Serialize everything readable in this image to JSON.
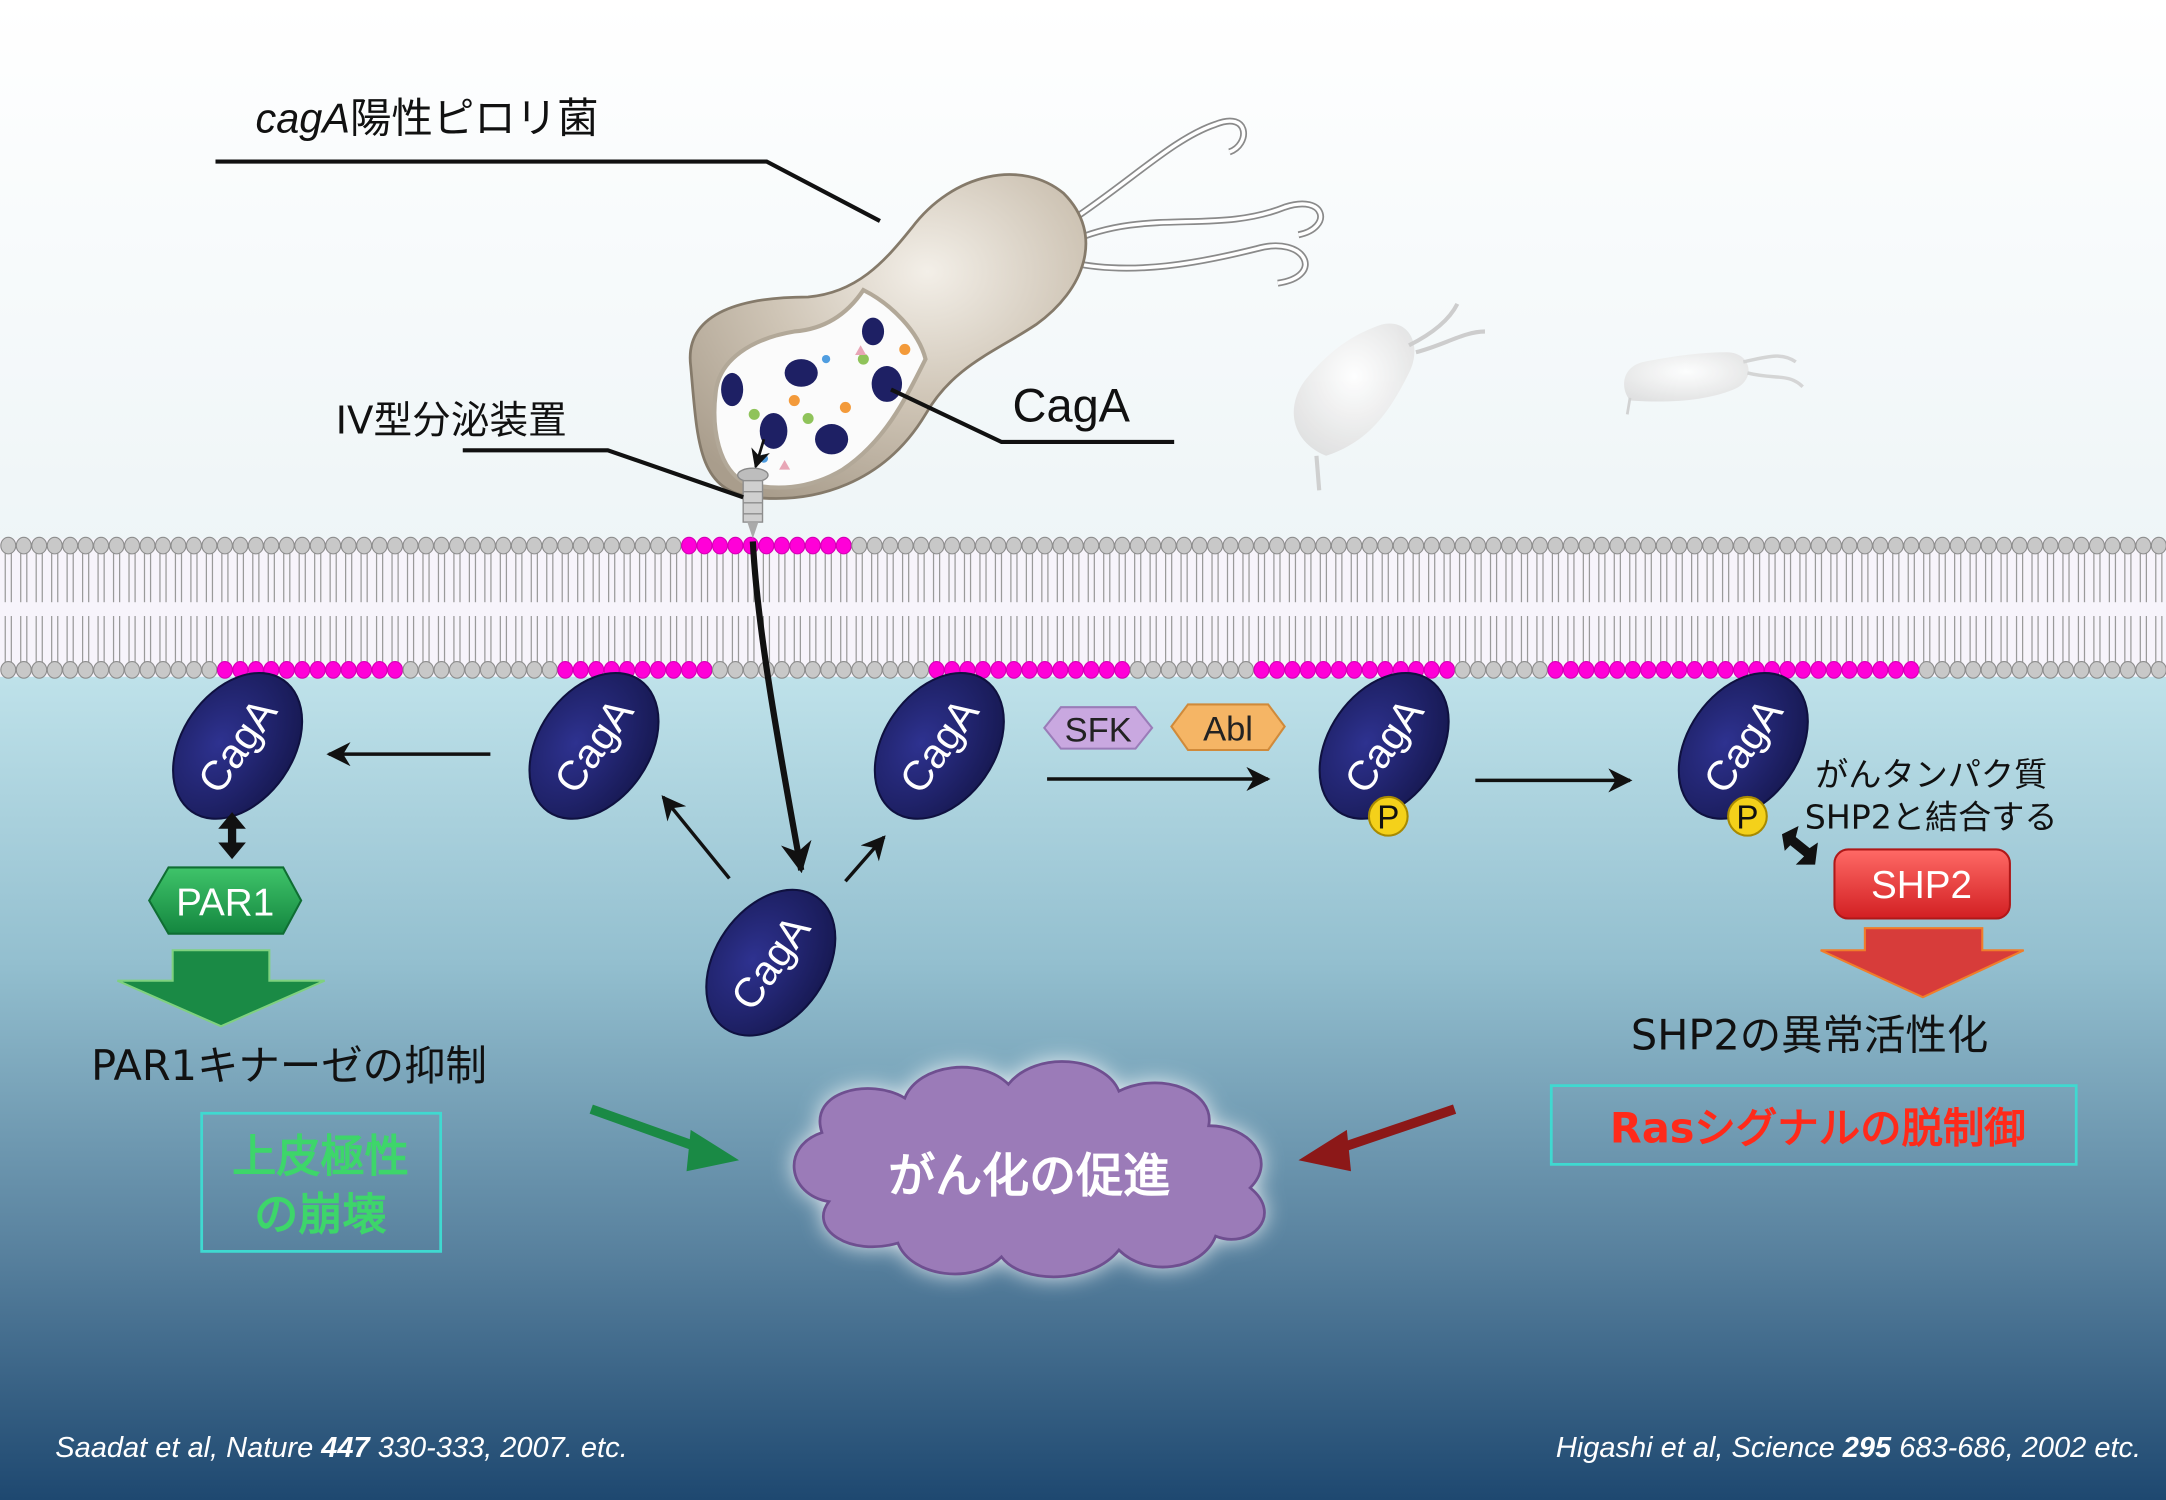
{
  "diagram": {
    "title_label": {
      "italic": "cagA",
      "rest": "陽性ピロリ菌"
    },
    "secretion_label": "IV型分泌装置",
    "bacterium_cagA_label": "CagA",
    "protein_label": "CagA",
    "phospho_label": "P",
    "kinases": [
      {
        "label": "SFK",
        "color": "#c9a8e0"
      },
      {
        "label": "Abl",
        "color": "#f5b565"
      }
    ],
    "par1": {
      "label": "PAR1",
      "color": "#1f9a4d"
    },
    "par1_result": "PAR1キナーゼの抑制",
    "polarity_box": {
      "line1": "上皮極性",
      "line2": "の崩壊",
      "color": "#3dd66a"
    },
    "shp2": {
      "label": "SHP2",
      "color": "#e8383a"
    },
    "shp2_binding_note": {
      "line1": "がんタンパク質",
      "line2": "SHP2と結合する"
    },
    "shp2_result": "SHP2の異常活性化",
    "ras_box": {
      "text": "Rasシグナルの脱制御",
      "color": "#ff2a1a"
    },
    "cloud": {
      "text": "がん化の促進",
      "color": "#9b7bb8"
    },
    "membrane_colors": {
      "lipid": "#c8c8c8",
      "raft": "#ff00d8"
    }
  },
  "citations": {
    "left": {
      "pre": "Saadat et al, Nature ",
      "bold": "447",
      "post": " 330-333, 2007. etc."
    },
    "right": {
      "pre": "Higashi et al, Science ",
      "bold": "295",
      "post": " 683-686, 2002 etc."
    }
  },
  "colors": {
    "cytoplasm_top": "#bfe2ea",
    "cytoplasm_bottom": "#1e4870",
    "cagA_fill": "#1e2064",
    "phospho_fill": "#f4d11a"
  }
}
